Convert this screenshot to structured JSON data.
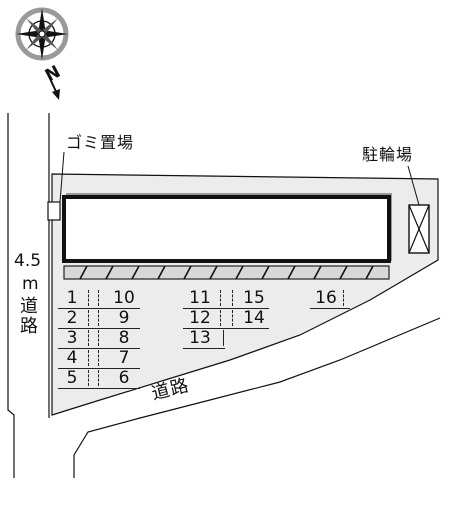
{
  "colors": {
    "lot_fill": "#ececec",
    "line": "#111111",
    "building_fill": "#ffffff",
    "compass_ring": "#9a9a9a"
  },
  "compass": {
    "north_label": "N",
    "icon": "compass-rose-icon"
  },
  "labels": {
    "garbage": "ゴミ置場",
    "bicycle": "駐輪場",
    "road_width_value": "4.5",
    "road_width_unit": "m",
    "road_vertical": "道路",
    "road_bottom": "道路"
  },
  "parking": {
    "left_column": [
      {
        "left": "1",
        "right": "10"
      },
      {
        "left": "2",
        "right": "9"
      },
      {
        "left": "3",
        "right": "8"
      },
      {
        "left": "4",
        "right": "7"
      },
      {
        "left": "5",
        "right": "6"
      }
    ],
    "middle_column": [
      {
        "left": "11",
        "right": "15"
      },
      {
        "left": "12",
        "right": "14"
      },
      {
        "left": "13",
        "right": ""
      }
    ],
    "single": "16"
  }
}
